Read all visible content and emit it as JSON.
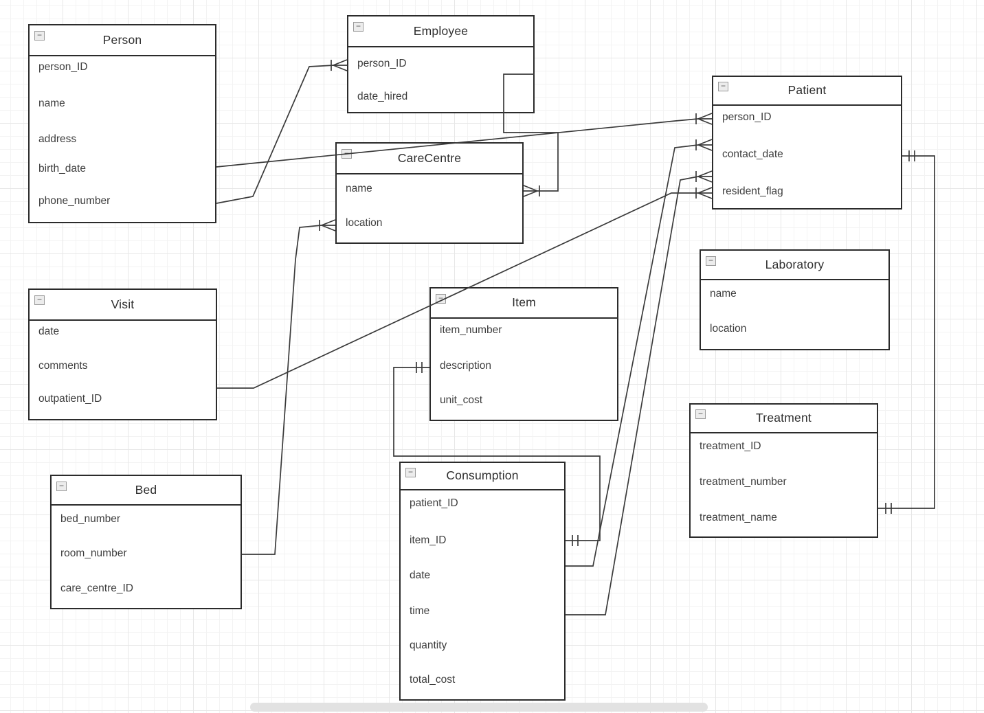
{
  "entities": [
    {
      "name": "Person",
      "fields": [
        "person_ID",
        "name",
        "address",
        "birth_date",
        "phone_number"
      ]
    },
    {
      "name": "Employee",
      "fields": [
        "person_ID",
        "date_hired"
      ]
    },
    {
      "name": "Patient",
      "fields": [
        "person_ID",
        "contact_date",
        "resident_flag"
      ]
    },
    {
      "name": "CareCentre",
      "fields": [
        "name",
        "location"
      ]
    },
    {
      "name": "Visit",
      "fields": [
        "date",
        "comments",
        "outpatient_ID"
      ]
    },
    {
      "name": "Item",
      "fields": [
        "item_number",
        "description",
        "unit_cost"
      ]
    },
    {
      "name": "Laboratory",
      "fields": [
        "name",
        "location"
      ]
    },
    {
      "name": "Treatment",
      "fields": [
        "treatment_ID",
        "treatment_number",
        "treatment_name"
      ]
    },
    {
      "name": "Bed",
      "fields": [
        "bed_number",
        "room_number",
        "care_centre_ID"
      ]
    },
    {
      "name": "Consumption",
      "fields": [
        "patient_ID",
        "item_ID",
        "date",
        "time",
        "quantity",
        "total_cost"
      ]
    }
  ],
  "collapse_glyph": "−",
  "relationships": [
    {
      "from": "Person.phone_number",
      "to": "Employee.person_ID",
      "to_marker": "many"
    },
    {
      "from": "Person.birth_date",
      "to": "Patient.person_ID",
      "to_marker": "many"
    },
    {
      "from": "Employee",
      "to": "CareCentre.name",
      "to_marker": "many"
    },
    {
      "from": "Patient.contact_date",
      "to": "Treatment",
      "from_marker": "one",
      "to_marker": "one"
    },
    {
      "from": "Visit.outpatient_ID",
      "to": "Patient.resident_flag",
      "to_marker": "many"
    },
    {
      "from": "Bed.room_number",
      "to": "CareCentre.location",
      "to_marker": "many"
    },
    {
      "from": "Item.description",
      "to": "Consumption.item_ID",
      "from_marker": "one",
      "to_marker": "one"
    },
    {
      "from": "Consumption",
      "to": "Patient",
      "to_marker": "many"
    },
    {
      "from": "Consumption.time",
      "to": "Patient",
      "to_marker": "many"
    }
  ],
  "colors": {
    "line": "#3a3a3a",
    "entity_border": "#2b2b2b",
    "entity_fill": "#ffffff",
    "grid_minor": "#f3f3f3",
    "grid_major": "#e7e7e7",
    "scrollbar": "#e2e2e2"
  }
}
